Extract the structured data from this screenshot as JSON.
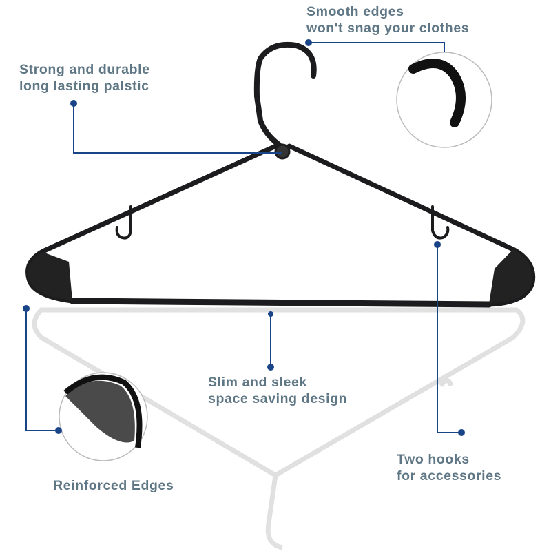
{
  "colors": {
    "text": "#5f7785",
    "callout": "#1a4488",
    "hanger": "#1c1c1e"
  },
  "callouts": {
    "smooth_edges": {
      "line1": "Smooth edges",
      "line2": "won't snag your clothes"
    },
    "durable": {
      "line1": "Strong and durable",
      "line2": "long lasting palstic"
    },
    "slim": {
      "line1": "Slim and sleek",
      "line2": "space saving design"
    },
    "hooks": {
      "line1": "Two hooks",
      "line2": "for accessories"
    },
    "reinforced": {
      "line1": "Reinforced Edges"
    }
  }
}
